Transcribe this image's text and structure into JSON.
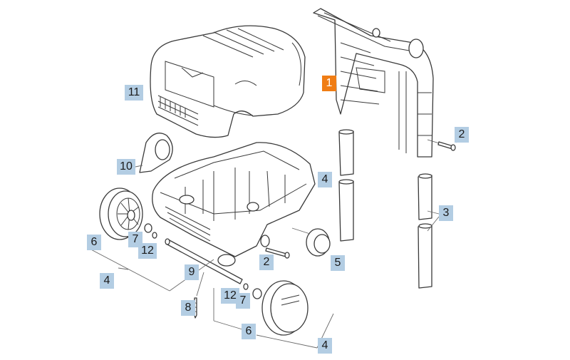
{
  "diagram": {
    "colors": {
      "callout_bg": "#b3cde3",
      "callout_active_bg": "#f07d14",
      "line": "#3a3a3a"
    },
    "callouts": [
      {
        "id": "1",
        "label": "1",
        "active": true
      },
      {
        "id": "2a",
        "label": "2"
      },
      {
        "id": "2b",
        "label": "2"
      },
      {
        "id": "3",
        "label": "3"
      },
      {
        "id": "4a",
        "label": "4"
      },
      {
        "id": "4b",
        "label": "4"
      },
      {
        "id": "4c",
        "label": "4"
      },
      {
        "id": "5",
        "label": "5"
      },
      {
        "id": "6a",
        "label": "6"
      },
      {
        "id": "6b",
        "label": "6"
      },
      {
        "id": "7a",
        "label": "7"
      },
      {
        "id": "7b",
        "label": "7"
      },
      {
        "id": "8",
        "label": "8"
      },
      {
        "id": "9",
        "label": "9"
      },
      {
        "id": "10",
        "label": "10"
      },
      {
        "id": "11",
        "label": "11"
      },
      {
        "id": "12a",
        "label": "12"
      },
      {
        "id": "12b",
        "label": "12"
      }
    ]
  }
}
